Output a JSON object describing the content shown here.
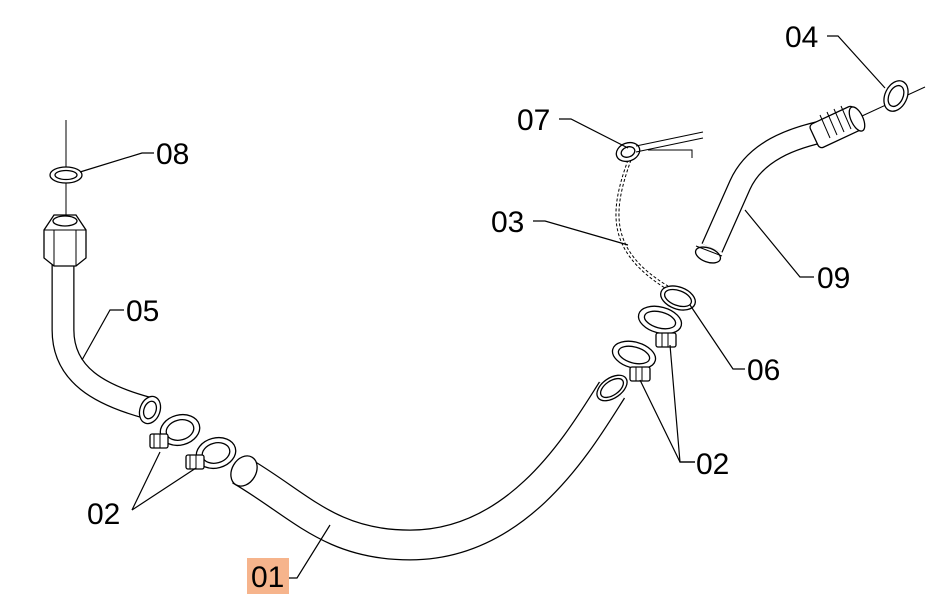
{
  "diagram": {
    "callouts": {
      "c01": "01",
      "c02_left": "02",
      "c02_right": "02",
      "c03": "03",
      "c04": "04",
      "c05": "05",
      "c06": "06",
      "c07": "07",
      "c08": "08",
      "c09": "09"
    },
    "highlight_color": "#f6b48c",
    "highlighted_part": "01"
  }
}
